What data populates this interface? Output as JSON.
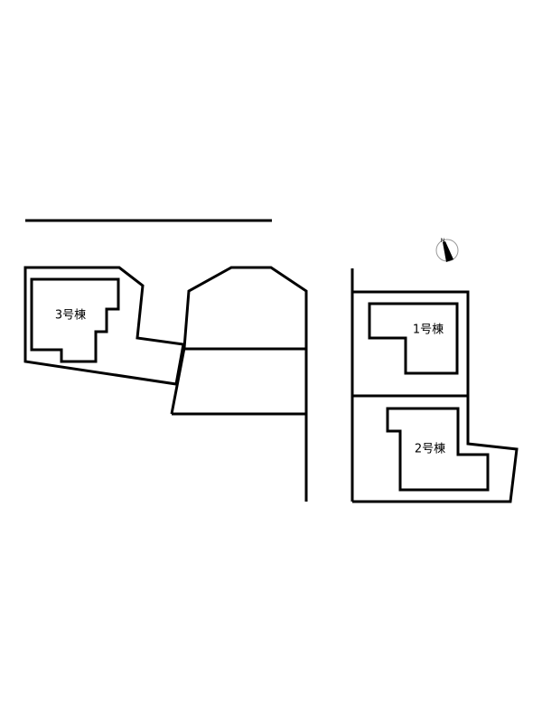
{
  "buildings": [
    {
      "label": "3号棟"
    },
    {
      "label": "1号棟"
    },
    {
      "label": "2号棟"
    }
  ],
  "compass": {
    "label": "N",
    "icon": "north-arrow-icon"
  },
  "colors": {
    "line": "#000000",
    "background": "#ffffff"
  }
}
